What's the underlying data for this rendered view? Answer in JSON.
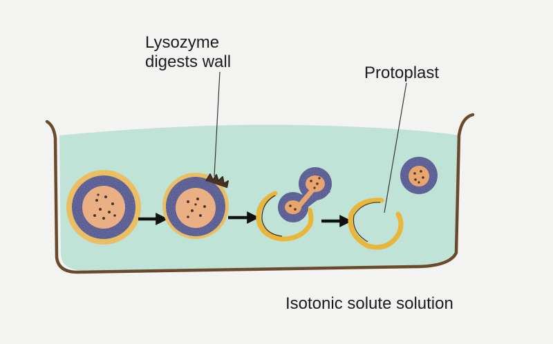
{
  "labels": {
    "lysozyme_line1": "Lysozyme",
    "lysozyme_line2": "digests wall",
    "protoplast": "Protoplast",
    "solution": "Isotonic solute solution"
  },
  "colors": {
    "background": "#f3f3f1",
    "solution_fill": "#b8e0d2",
    "dish_outline": "#6b4a2b",
    "cell_wall": "#e9b63a",
    "membrane": "#2e3786",
    "cytoplasm": "#e8a56e",
    "granules": "#4a3326",
    "arrow": "#111111"
  },
  "icons": {
    "arrow": "right-arrow-icon"
  }
}
